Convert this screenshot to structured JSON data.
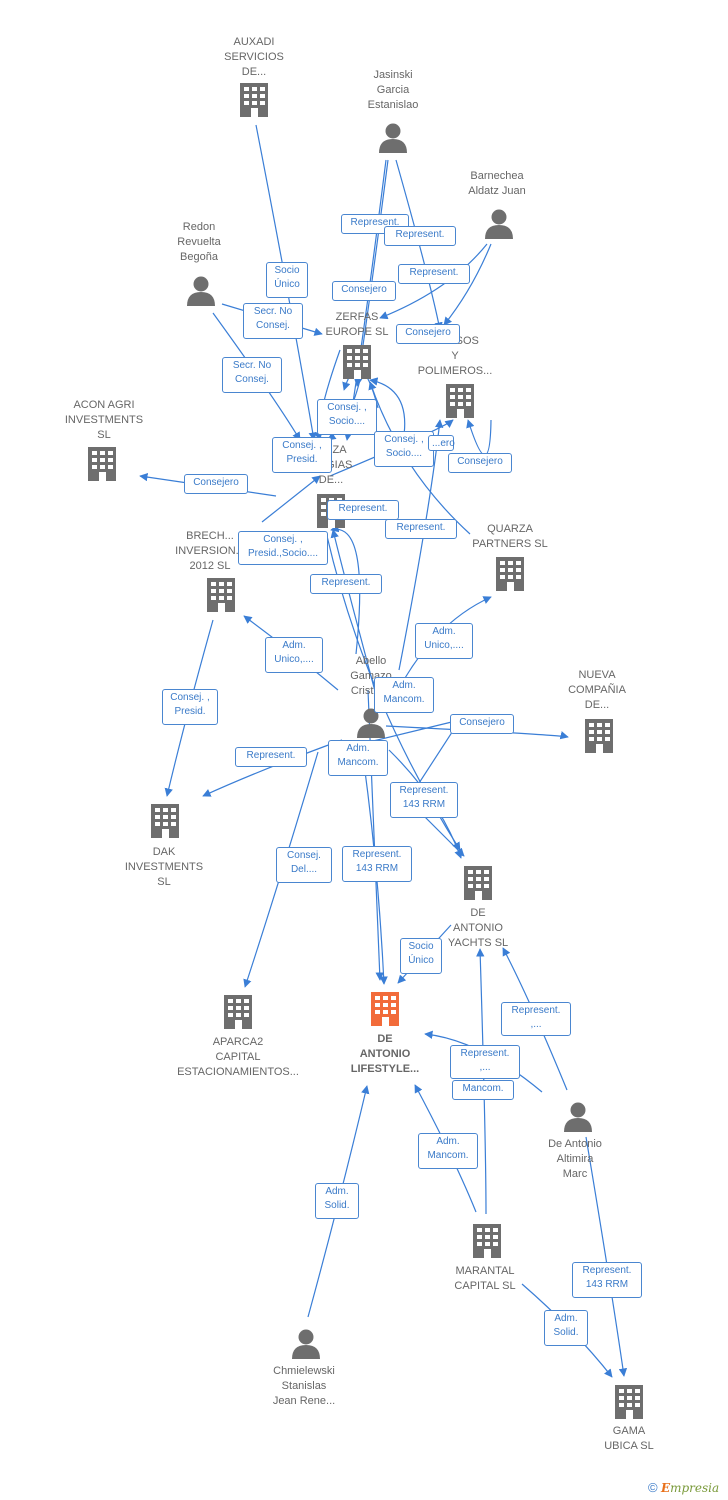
{
  "colors": {
    "edge": "#3a7ed6",
    "node": "#6e6e6e",
    "focus": "#f26b3a",
    "label_text": "#666666"
  },
  "nodes": [
    {
      "id": "auxadi",
      "type": "company",
      "label": "AUXADI\nSERVICIOS\nDE..."
    },
    {
      "id": "jasinski",
      "type": "person",
      "label": "Jasinski\nGarcia\nEstanislao"
    },
    {
      "id": "barnechea",
      "type": "person",
      "label": "Barnechea\nAldatz Juan"
    },
    {
      "id": "redon",
      "type": "person",
      "label": "Redon\nRevuelta\nBegoña"
    },
    {
      "id": "zerfas",
      "type": "company",
      "label": "ZERFAS\nEUROPE  SL"
    },
    {
      "id": "ingresos",
      "type": "company",
      "label": "...RESOS\nY\nPOLIMEROS..."
    },
    {
      "id": "acon",
      "type": "company",
      "label": "ACON AGRI\nINVESTMENTS\nSL"
    },
    {
      "id": "quarza_est",
      "type": "company",
      "label": "...RZA\n...EGIAS\nDE..."
    },
    {
      "id": "brech",
      "type": "company",
      "label": "BRECH...\nINVERSION...\n2012 SL"
    },
    {
      "id": "quarza_partners",
      "type": "company",
      "label": "QUARZA\nPARTNERS  SL"
    },
    {
      "id": "abello",
      "type": "person",
      "label": "Abello\nGamazo\nCristia..."
    },
    {
      "id": "nueva",
      "type": "company",
      "label": "NUEVA\nCOMPAÑIA\nDE..."
    },
    {
      "id": "dak",
      "type": "company",
      "label": "DAK\nINVESTMENTS\nSL"
    },
    {
      "id": "yachts",
      "type": "company",
      "label": "DE\nANTONIO\nYACHTS  SL"
    },
    {
      "id": "aparca2",
      "type": "company",
      "label": "APARCA2\nCAPITAL\nESTACIONAMIENTOS..."
    },
    {
      "id": "lifestyle",
      "type": "focus",
      "label": "DE\nANTONIO\nLIFESTYLE..."
    },
    {
      "id": "altimira",
      "type": "person",
      "label": "De Antonio\nAltimira\nMarc"
    },
    {
      "id": "marantal",
      "type": "company",
      "label": "MARANTAL\nCAPITAL  SL"
    },
    {
      "id": "chmielewski",
      "type": "person",
      "label": "Chmielewski\nStanislas\nJean Rene..."
    },
    {
      "id": "gama",
      "type": "company",
      "label": "GAMA\nUBICA SL"
    }
  ],
  "edge_labels": [
    {
      "id": "l_auxadi",
      "text": "Socio\nÚnico"
    },
    {
      "id": "l_jas_rep1",
      "text": "Represent."
    },
    {
      "id": "l_jas_rep2",
      "text": "Represent."
    },
    {
      "id": "l_barn_rep",
      "text": "Represent."
    },
    {
      "id": "l_jas_cons",
      "text": "Consejero"
    },
    {
      "id": "l_redon_secr",
      "text": "Secr.  No\nConsej."
    },
    {
      "id": "l_consejero_ing",
      "text": "Consejero"
    },
    {
      "id": "l_redon_secr2",
      "text": "Secr.  No\nConsej."
    },
    {
      "id": "l_cons_socio1",
      "text": "Consej. ,\nSocio...."
    },
    {
      "id": "l_cons_presid1",
      "text": "Consej. ,\nPresid."
    },
    {
      "id": "l_cons_socio2",
      "text": "Consej. ,\nSocio...."
    },
    {
      "id": "l_hidden",
      "text": "...ero"
    },
    {
      "id": "l_consejero_qp",
      "text": "Consejero"
    },
    {
      "id": "l_consejero_acon",
      "text": "Consejero"
    },
    {
      "id": "l_rep_q1",
      "text": "Represent."
    },
    {
      "id": "l_rep_q2",
      "text": "Represent."
    },
    {
      "id": "l_cons_presid_socio",
      "text": "Consej. ,\nPresid.,Socio...."
    },
    {
      "id": "l_rep_q3",
      "text": "Represent."
    },
    {
      "id": "l_adm_unico_qp",
      "text": "Adm.\nUnico,...."
    },
    {
      "id": "l_adm_unico_brech",
      "text": "Adm.\nUnico,...."
    },
    {
      "id": "l_adm_mancom1",
      "text": "Adm.\nMancom."
    },
    {
      "id": "l_consejero_nueva",
      "text": "Consejero"
    },
    {
      "id": "l_cons_presid_dak",
      "text": "Consej. ,\nPresid."
    },
    {
      "id": "l_rep_dak",
      "text": "Represent."
    },
    {
      "id": "l_adm_mancom2",
      "text": "Adm.\nMancom."
    },
    {
      "id": "l_rep_143_a",
      "text": "Represent.\n143 RRM"
    },
    {
      "id": "l_cons_del",
      "text": "Consej.\nDel...."
    },
    {
      "id": "l_rep_143_b",
      "text": "Represent.\n143 RRM"
    },
    {
      "id": "l_socio_unico_y",
      "text": "Socio\nÚnico"
    },
    {
      "id": "l_rep_alt1",
      "text": "Represent.\n,..."
    },
    {
      "id": "l_rep_alt2",
      "text": "Represent.\n,..."
    },
    {
      "id": "l_mancom",
      "text": "Mancom."
    },
    {
      "id": "l_adm_mancom3",
      "text": "Adm.\nMancom."
    },
    {
      "id": "l_adm_solid1",
      "text": "Adm.\nSolid."
    },
    {
      "id": "l_rep_143_gama",
      "text": "Represent.\n143 RRM"
    },
    {
      "id": "l_adm_solid2",
      "text": "Adm.\nSolid."
    }
  ],
  "footer": {
    "copyright": "©",
    "brand_first": "E",
    "brand_rest": "mpresia"
  }
}
